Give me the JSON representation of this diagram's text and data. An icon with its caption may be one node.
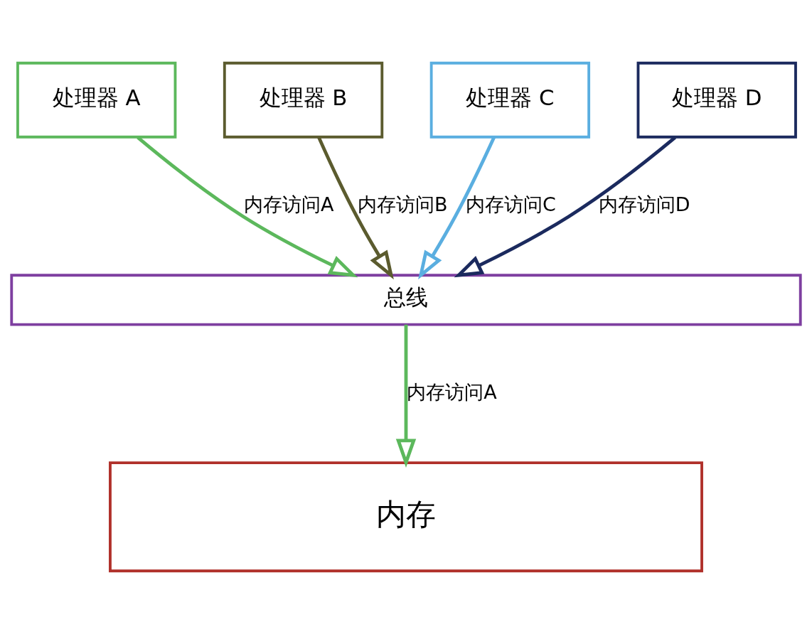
{
  "diagram": {
    "nodes": [
      {
        "text": [
          "处理器 A"
        ]
      },
      {
        "text": [
          "处理器 B"
        ]
      },
      {
        "text": [
          "处理器 C"
        ]
      },
      {
        "text": [
          "处理器 D"
        ]
      },
      {
        "text": [
          "总线"
        ]
      },
      {
        "text": [
          "内存"
        ]
      }
    ],
    "edges": [
      {
        "from": 0,
        "to": 4,
        "arrow": "to",
        "label": "内存访问A"
      },
      {
        "from": 1,
        "to": 4,
        "arrow": "to",
        "label": "内存访问B",
        "color": "#5b5b2e"
      },
      {
        "from": 2,
        "to": 4,
        "arrow": "to",
        "label": "内存访问C",
        "color": "#5aaee0"
      },
      {
        "from": 3,
        "to": 4,
        "arrow": "to",
        "label": "内存访问D",
        "color": "#1b2a5e"
      },
      {
        "from": 4,
        "to": 5,
        "arrow": "to",
        "label": "内存访问A"
      }
    ]
  }
}
